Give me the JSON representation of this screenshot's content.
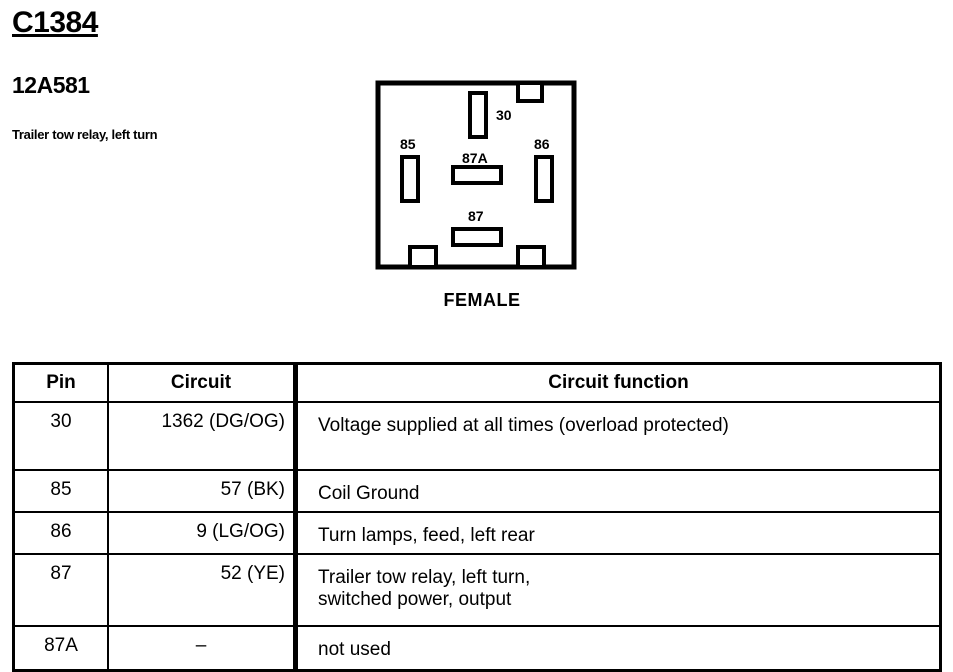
{
  "connector": {
    "id": "C1384",
    "part_number": "12A581",
    "description": "Trailer tow relay, left turn",
    "gender": "FEMALE",
    "pins": {
      "p30": "30",
      "p85": "85",
      "p86": "86",
      "p87a": "87A",
      "p87": "87"
    }
  },
  "table": {
    "headers": {
      "pin": "Pin",
      "circuit": "Circuit",
      "function": "Circuit function"
    },
    "rows": [
      {
        "pin": "30",
        "circuit": "1362 (DG/OG)",
        "function": "Voltage supplied at all times (overload protected)"
      },
      {
        "pin": "85",
        "circuit": "57 (BK)",
        "function": "Coil Ground"
      },
      {
        "pin": "86",
        "circuit": "9 (LG/OG)",
        "function": "Turn lamps, feed, left rear"
      },
      {
        "pin": "87",
        "circuit": "52 (YE)",
        "function": "Trailer tow relay, left turn,\nswitched power, output"
      },
      {
        "pin": "87A",
        "circuit": "–",
        "function": "not used"
      }
    ]
  }
}
